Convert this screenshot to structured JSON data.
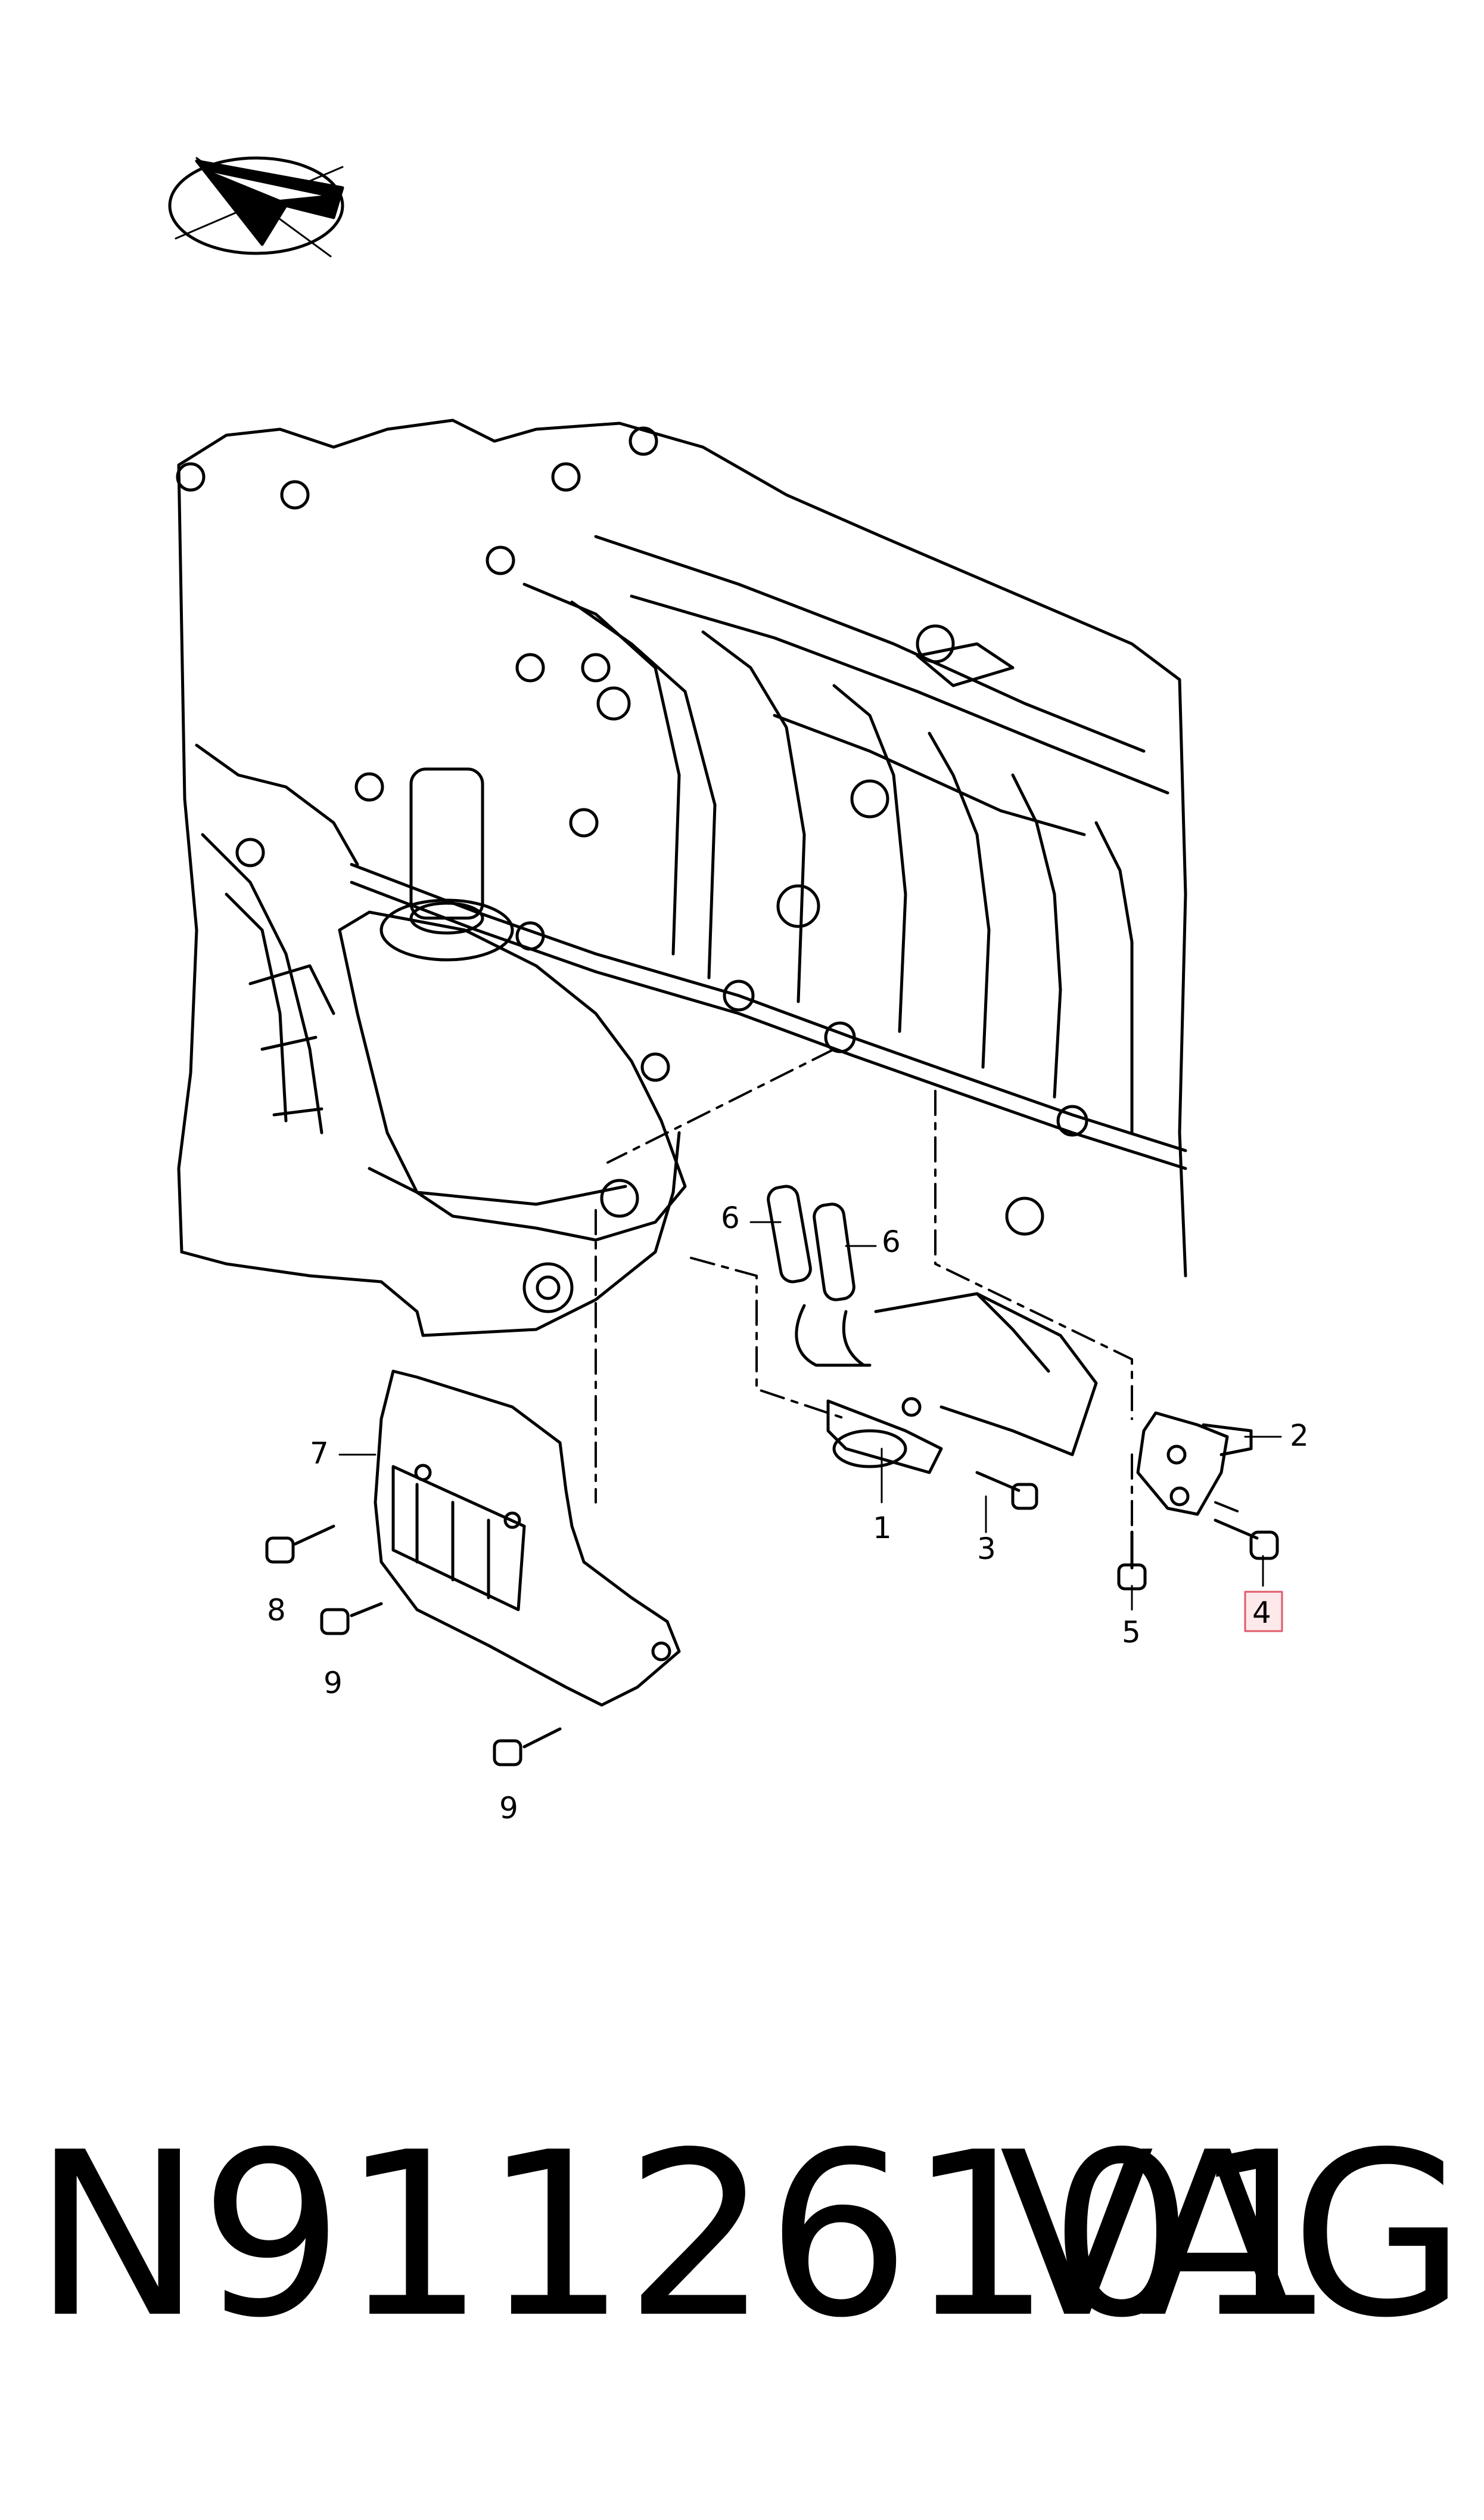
{
  "callouts": {
    "c1": "1",
    "c2": "2",
    "c3": "3",
    "c4": "4",
    "c5": "5",
    "c6a": "6",
    "c6b": "6",
    "c7": "7",
    "c8": "8",
    "c9a": "9",
    "c9b": "9"
  },
  "highlighted_callout": "4",
  "highlight_color": "#e05a6a",
  "footer": {
    "part_number": "N91126101",
    "brand": "VAG"
  },
  "icons": {
    "orientation": "direction-arrow-icon"
  }
}
